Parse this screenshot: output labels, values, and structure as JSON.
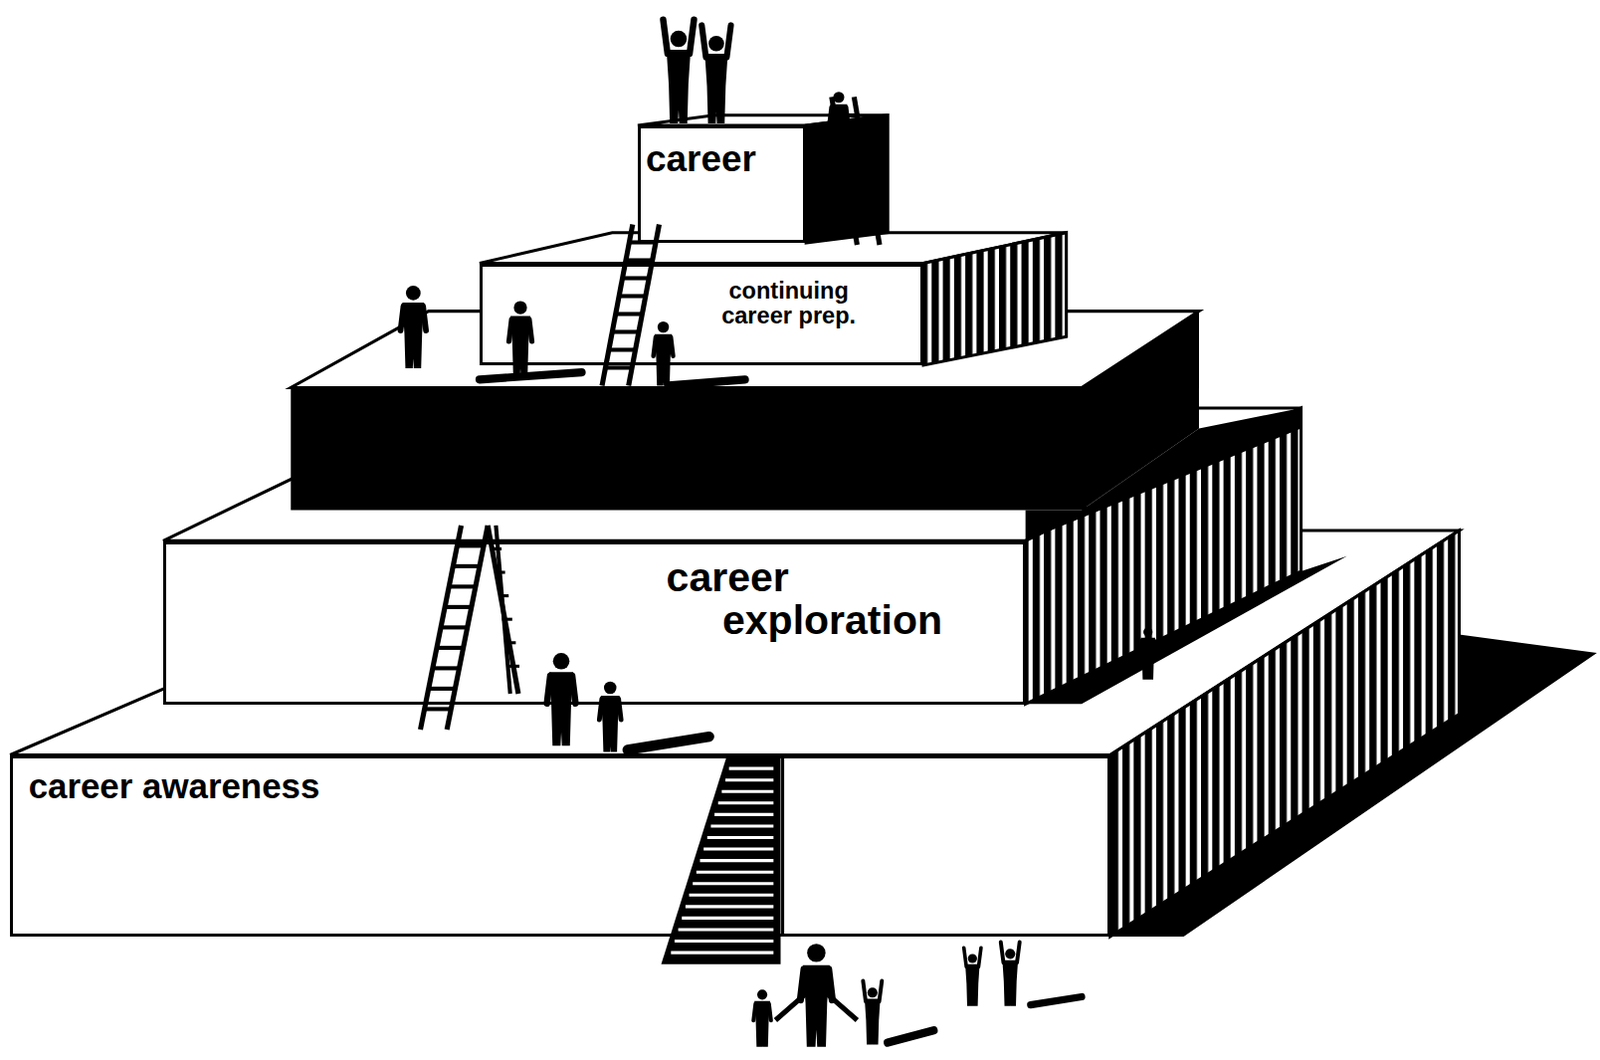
{
  "diagram": {
    "nodes": [
      {
        "text": [
          "career"
        ]
      },
      {
        "text": [
          "continuing career prep."
        ]
      },
      {
        "text": [
          "career exploration"
        ]
      },
      {
        "text": [
          "career awareness"
        ]
      }
    ]
  }
}
